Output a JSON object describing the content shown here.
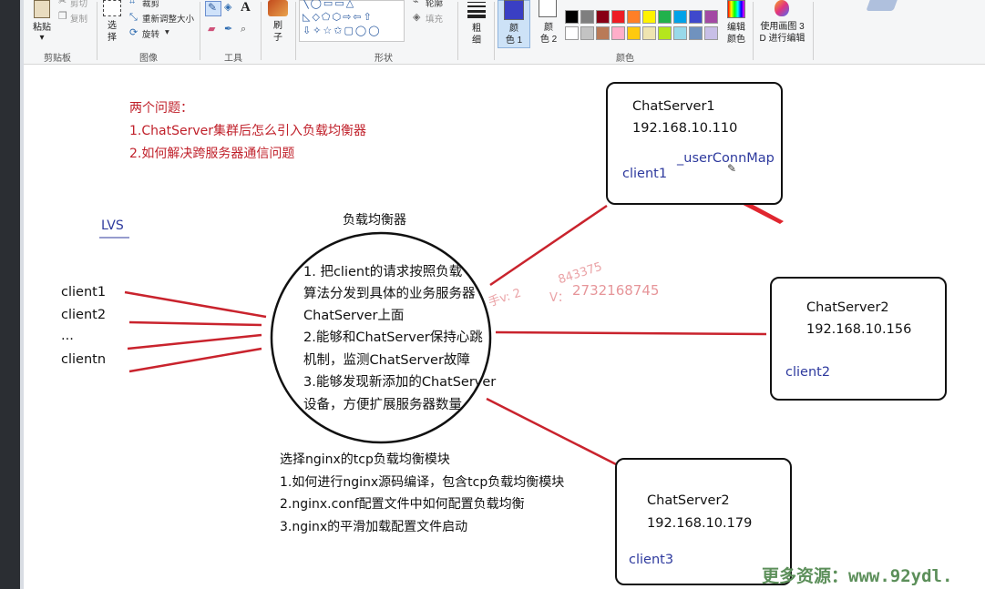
{
  "ribbon": {
    "clipboard": {
      "paste": "粘贴",
      "cut": "剪切",
      "copy": "复制",
      "group_label": "剪贴板"
    },
    "image": {
      "select": "选\n择",
      "crop": "裁剪",
      "resize": "重新调整大小",
      "rotate": "旋转",
      "group_label": "图像"
    },
    "tools": {
      "group_label": "工具"
    },
    "brush": {
      "label": "刷\n子"
    },
    "shapes": {
      "outline": "轮廓",
      "fill": "填充",
      "group_label": "形状"
    },
    "size": {
      "label": "粗\n细"
    },
    "colors": {
      "color1": "颜\n色 1",
      "color2": "颜\n色 2",
      "edit_colors": "编辑\n颜色",
      "group_label": "颜色",
      "color1_value": "#3a3fc4",
      "color2_value": "#ffffff",
      "palette_row1": [
        "#000000",
        "#7f7f7f",
        "#880015",
        "#ed1c24",
        "#ff7f27",
        "#fff200",
        "#22b14c",
        "#00a2e8",
        "#3f48cc",
        "#a349a4"
      ],
      "palette_row2": [
        "#ffffff",
        "#c3c3c3",
        "#b97a57",
        "#ffaec9",
        "#ffc90e",
        "#efe4b0",
        "#b5e61d",
        "#99d9ea",
        "#7092be",
        "#c8bfe7"
      ]
    },
    "paint3d": {
      "label": "使用画图 3\nD 进行编辑"
    }
  },
  "canvas": {
    "questions": {
      "title": "两个问题：",
      "q1": "1.ChatServer集群后怎么引入负载均衡器",
      "q2": "2.如何解决跨服务器通信问题"
    },
    "lvs": "LVS",
    "clients": [
      "client1",
      "client2",
      "...",
      "clientn"
    ],
    "load_balancer": {
      "title": "负载均衡器",
      "lines": [
        "1. 把client的请求按照负载",
        "算法分发到具体的业务服务器",
        "ChatServer上面",
        "2.能够和ChatServer保持心跳",
        "机制，监测ChatServer故障",
        "3.能够发现新添加的ChatServer",
        "设备，方便扩展服务器数量"
      ]
    },
    "servers": [
      {
        "name": "ChatServer1",
        "ip": "192.168.10.110",
        "client": "client1",
        "map": "_userConnMap"
      },
      {
        "name": "ChatServer2",
        "ip": "192.168.10.156",
        "client": "client2"
      },
      {
        "name": "ChatServer2",
        "ip": "192.168.10.179",
        "client": "client3"
      }
    ],
    "nginx": {
      "title": "选择nginx的tcp负载均衡模块",
      "items": [
        "1.如何进行nginx源码编译，包含tcp负载均衡模块",
        "2.nginx.conf配置文件中如何配置负载均衡",
        "3.nginx的平滑加载配置文件启动"
      ]
    },
    "watermark_center": "2732168745",
    "watermark_center_prefix": "手v: 2",
    "watermark_center_b": "843375",
    "watermark_v": "V：",
    "bottom_watermark": "更多资源：www.92ydl."
  }
}
